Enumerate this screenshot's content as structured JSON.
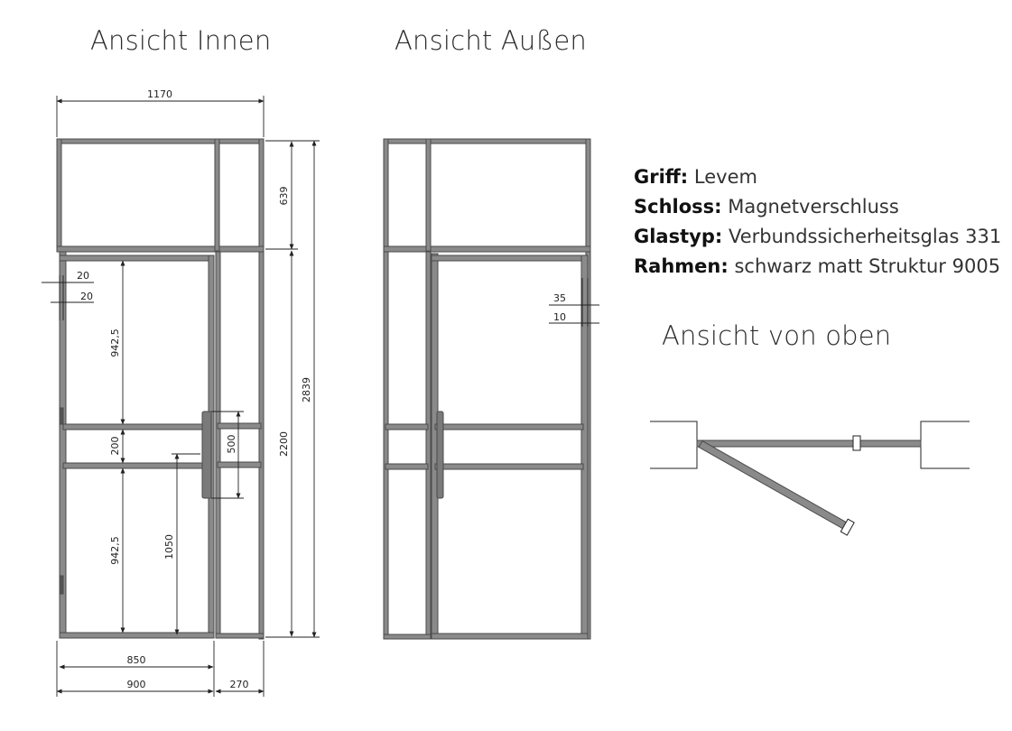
{
  "views": {
    "inside": "Ansicht Innen",
    "outside": "Ansicht Außen",
    "top": "Ansicht von oben"
  },
  "specs": [
    {
      "label": "Griff:",
      "value": "Levem"
    },
    {
      "label": "Schloss:",
      "value": "Magnetverschluss"
    },
    {
      "label": "Glastyp:",
      "value": "Verbundssicherheitsglas 331"
    },
    {
      "label": "Rahmen:",
      "value": "schwarz matt Struktur 9005"
    }
  ],
  "dimensions": {
    "total_width": "1170",
    "top_height": "639",
    "door_height": "2200",
    "total_height": "2839",
    "frame_a": "20",
    "frame_b": "20",
    "upper_glass": "942,5",
    "mid_bar": "200",
    "lower_glass": "942,5",
    "handle_height": "1050",
    "handle_length": "500",
    "door_inner_width": "850",
    "door_width": "900",
    "side_width": "270",
    "outside_a": "35",
    "outside_b": "10"
  },
  "colors": {
    "frame_fill": "#8a8a8a",
    "frame_stroke": "#4a4a4a",
    "line": "#222222"
  }
}
